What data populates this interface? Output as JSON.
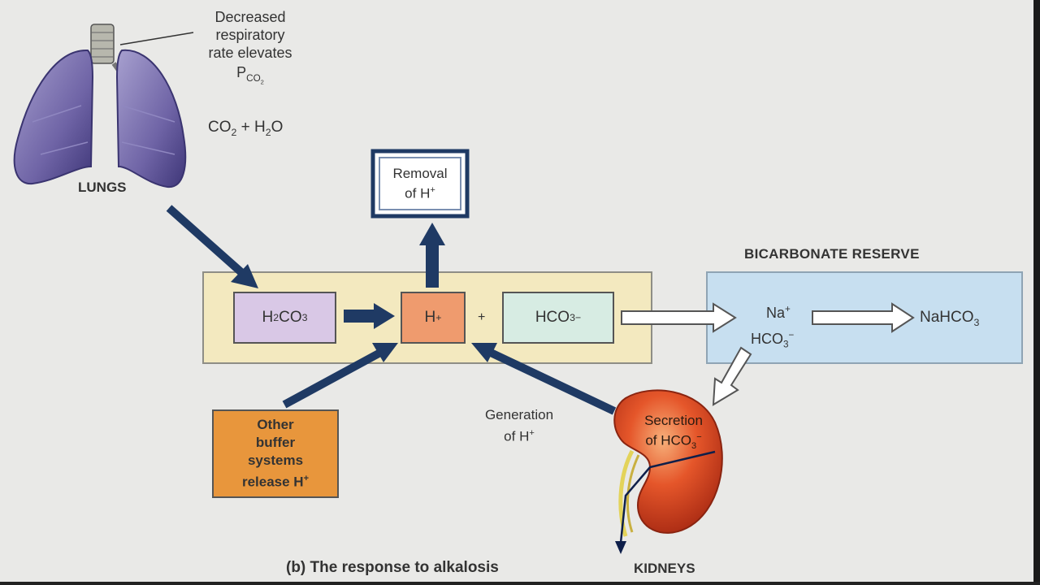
{
  "lungs": {
    "label": "LUNGS",
    "note_line1": "Decreased",
    "note_line2": "respiratory",
    "note_line3": "rate elevates",
    "note_p": "P",
    "note_p_sub": "CO",
    "note_p_sub2": "2",
    "eq_co": "CO",
    "eq_co_sub": "2",
    "eq_plus": " + H",
    "eq_h_sub": "2",
    "eq_o": "O"
  },
  "removal": {
    "line1": "Removal",
    "line2": "of H",
    "sup": "+"
  },
  "reaction": {
    "h2co3_h": "H",
    "h2co3_sub1": "2",
    "h2co3_co": "CO",
    "h2co3_sub2": "3",
    "h": "H",
    "h_sup": "+",
    "plus": "+",
    "hco3": "HCO",
    "hco3_sub": "3",
    "hco3_sup": "−"
  },
  "bicarbonate": {
    "title": "BICARBONATE RESERVE",
    "na": "Na",
    "na_sup": "+",
    "hco3": "HCO",
    "hco3_sub": "3",
    "hco3_sup": "−",
    "nahco3": "NaHCO",
    "nahco3_sub": "3"
  },
  "buffer": {
    "line1": "Other",
    "line2": "buffer",
    "line3": "systems",
    "line4": "release H",
    "sup": "+"
  },
  "generation": {
    "line1": "Generation",
    "line2": "of H",
    "sup": "+"
  },
  "kidney": {
    "secretion_line1": "Secretion",
    "secretion_line2": "of HCO",
    "secretion_sub": "3",
    "secretion_sup": "−",
    "label": "KIDNEYS"
  },
  "caption": "(b) The response to alkalosis",
  "colors": {
    "panel": "#f3e9bf",
    "h2co3": "#d9c8e6",
    "h": "#ef9b6e",
    "hco3": "#d7ece3",
    "bicarb": "#c7dff0",
    "buffer": "#e8963c",
    "arrow": "#1f3a64",
    "lung": "#6d62a3",
    "kidney": "#d6401f"
  }
}
